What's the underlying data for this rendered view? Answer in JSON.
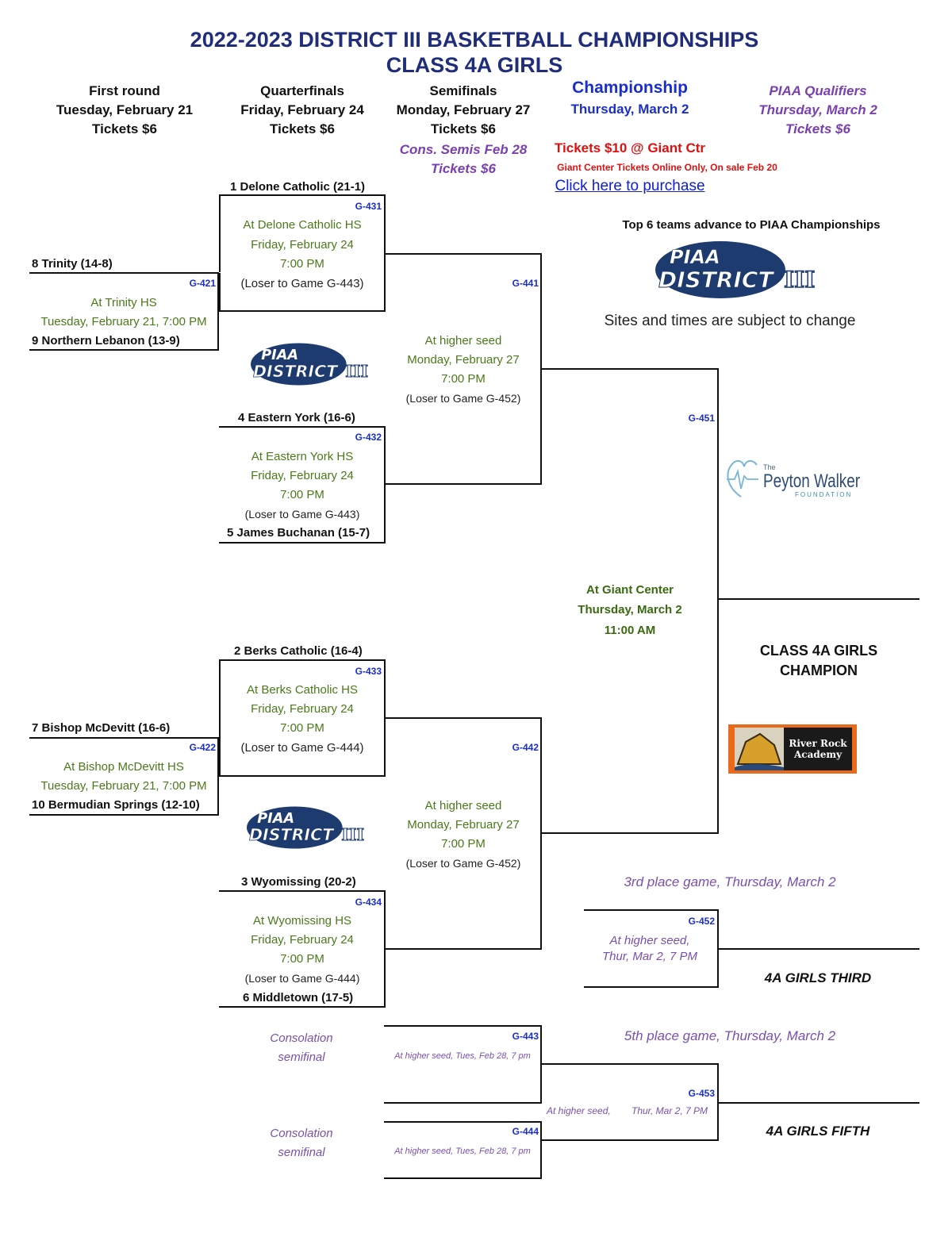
{
  "header": {
    "title_line1": "2022-2023 DISTRICT III BASKETBALL CHAMPIONSHIPS",
    "title_line2": "CLASS 4A GIRLS"
  },
  "rounds": {
    "first": [
      "First round",
      "Tuesday, February 21",
      "Tickets $6"
    ],
    "quarter": [
      "Quarterfinals",
      "Friday, February 24",
      "Tickets $6"
    ],
    "semi": [
      "Semifinals",
      "Monday, February 27",
      "Tickets $6"
    ],
    "cons_semi": [
      "Cons. Semis Feb 28",
      "Tickets $6"
    ],
    "champ": [
      "Championship",
      "Thursday, March 2"
    ],
    "piaa": [
      "PIAA Qualifiers",
      "Thursday, March 2",
      "Tickets $6"
    ]
  },
  "tickets": {
    "giant": "Tickets $10 @ Giant Ctr",
    "online": "Giant Center Tickets Online Only, On sale Feb 20",
    "link": "Click here to purchase"
  },
  "info": {
    "top6": "Top 6 teams advance to PIAA Championships",
    "sites": "Sites and times are subject to change"
  },
  "logos": {
    "piaa_line1": "PIAA",
    "piaa_line2": "DISTRICT",
    "piaa_roman": "III",
    "pw_the": "The",
    "pw_name": "Peyton Walker",
    "pw_foundation": "FOUNDATION",
    "rr_line1": "River Rock",
    "rr_line2": "Academy"
  },
  "teams": {
    "t1": "1  Delone Catholic (21-1)",
    "t8": "8  Trinity (14-8)",
    "t9": "9  Northern Lebanon (13-9)",
    "t4": "4  Eastern York (16-6)",
    "t5": "5  James Buchanan (15-7)",
    "t2": "2  Berks Catholic (16-4)",
    "t7": "7  Bishop McDevitt (16-6)",
    "t10": "10  Bermudian Springs (12-10)",
    "t3": "3  Wyomissing (20-2)",
    "t6": "6  Middletown (17-5)"
  },
  "games": {
    "g421": {
      "id": "G-421",
      "site": "At Trinity HS",
      "date": "Tuesday, February 21, 7:00 PM"
    },
    "g422": {
      "id": "G-422",
      "site": "At Bishop McDevitt HS",
      "date": "Tuesday, February 21, 7:00 PM"
    },
    "g431": {
      "id": "G-431",
      "site": "At Delone Catholic HS",
      "date": "Friday, February 24",
      "time": "7:00 PM",
      "loser": "(Loser to Game G-443)"
    },
    "g432": {
      "id": "G-432",
      "site": "At Eastern York HS",
      "date": "Friday, February 24",
      "time": "7:00 PM",
      "loser": "(Loser to Game G-443)"
    },
    "g433": {
      "id": "G-433",
      "site": "At Berks Catholic HS",
      "date": "Friday, February 24",
      "time": "7:00 PM",
      "loser": "(Loser to Game G-444)"
    },
    "g434": {
      "id": "G-434",
      "site": "At Wyomissing HS",
      "date": "Friday, February 24",
      "time": "7:00 PM",
      "loser": "(Loser to Game G-444)"
    },
    "g441": {
      "id": "G-441",
      "site": "At higher seed",
      "date": "Monday, February 27",
      "time": "7:00 PM",
      "loser": "(Loser to Game G-452)"
    },
    "g442": {
      "id": "G-442",
      "site": "At higher seed",
      "date": "Monday, February 27",
      "time": "7:00 PM",
      "loser": "(Loser to Game G-452)"
    },
    "g451": {
      "id": "G-451",
      "site": "At Giant Center",
      "date": "Thursday, March 2",
      "time": "11:00 AM"
    },
    "g452": {
      "id": "G-452",
      "site": "At higher seed,",
      "date": "Thur, Mar 2, 7 PM"
    },
    "g443": {
      "id": "G-443",
      "note": "At higher seed, Tues, Feb 28, 7 pm"
    },
    "g444": {
      "id": "G-444",
      "note": "At higher seed, Tues, Feb 28, 7 pm"
    },
    "g453": {
      "id": "G-453",
      "site": "At higher seed,",
      "date": "Thur, Mar 2, 7 PM"
    }
  },
  "champion": {
    "line1": "CLASS 4A GIRLS",
    "line2": "CHAMPION"
  },
  "placements": {
    "third_game": "3rd place game, Thursday, March 2",
    "third": "4A GIRLS THIRD",
    "fifth_game": "5th place game, Thursday, March 2",
    "fifth": "4A GIRLS FIFTH"
  },
  "consolation": {
    "line1": "Consolation",
    "line2": "semifinal"
  },
  "colors": {
    "title": "#1f2d7a",
    "blue": "#1a2ecc",
    "green": "#4a7a1a",
    "purple": "#7a4fb0",
    "red": "#e01010",
    "logo_navy": "#1d3b6e",
    "rr_orange": "#e86a1a"
  }
}
